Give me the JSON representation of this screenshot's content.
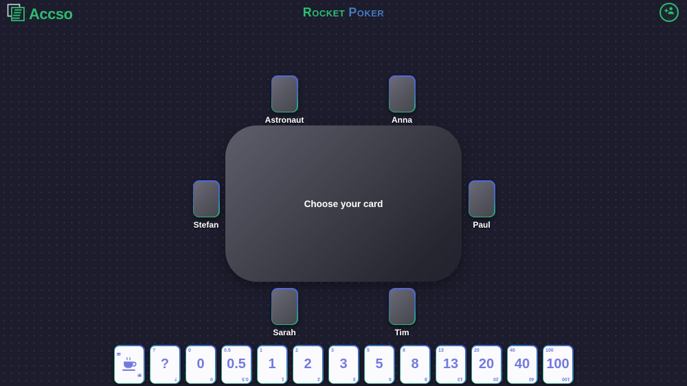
{
  "header": {
    "logo_text": "Accso",
    "title_left": "Rocket",
    "title_right": "Poker"
  },
  "colors": {
    "accent_green": "#2dbd70",
    "accent_blue": "#4579bd",
    "card_value_indigo": "#7579de",
    "background_navy": "#1c1c2c"
  },
  "table": {
    "message": "Choose your card"
  },
  "players": [
    {
      "name": "Astronaut",
      "position": "top-left"
    },
    {
      "name": "Anna",
      "position": "top-right"
    },
    {
      "name": "Stefan",
      "position": "left"
    },
    {
      "name": "Paul",
      "position": "right"
    },
    {
      "name": "Sarah",
      "position": "bottom-left"
    },
    {
      "name": "Tim",
      "position": "bottom-right"
    }
  ],
  "deck": {
    "cards": [
      {
        "value": "coffee",
        "icon": "coffee-cup-icon"
      },
      {
        "value": "?"
      },
      {
        "value": "0"
      },
      {
        "value": "0.5"
      },
      {
        "value": "1"
      },
      {
        "value": "2"
      },
      {
        "value": "3"
      },
      {
        "value": "5"
      },
      {
        "value": "8"
      },
      {
        "value": "13"
      },
      {
        "value": "20"
      },
      {
        "value": "40"
      },
      {
        "value": "100"
      }
    ]
  },
  "icons": {
    "invite": "person-add-icon",
    "logo": "accso-squares-icon"
  }
}
